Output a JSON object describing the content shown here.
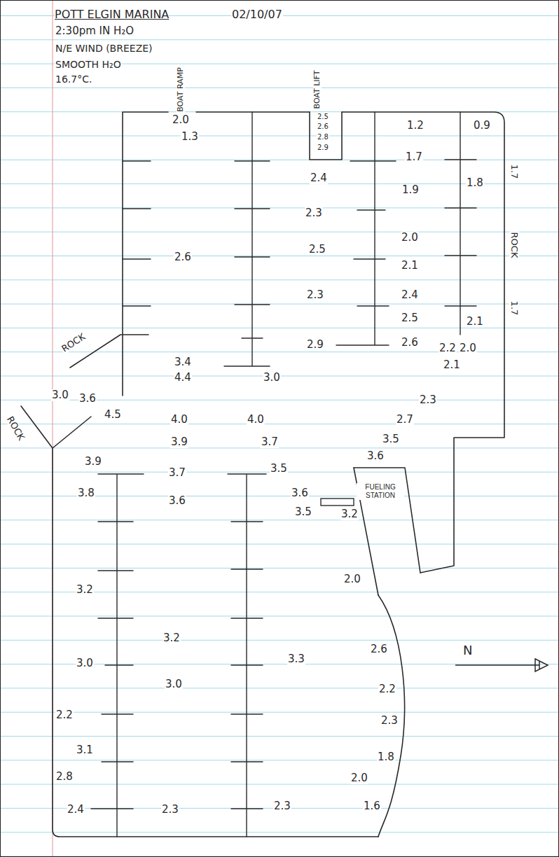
{
  "diagram": {
    "title": "POTT ELGIN MARINA",
    "nodes": [
      {
        "text": [
          "FUELING STATION"
        ]
      }
    ],
    "labels": [
      "02/10/07",
      "2:30pm IN H₂O",
      "N/E WIND (BREEZE)",
      "SMOOTH H₂O",
      "16.7°C.",
      "BOAT RAMP",
      "BOAT LIFT",
      "2.0",
      "1.3",
      "2.5",
      "2.6",
      "2.8",
      "2.9",
      "1.2",
      "0.9",
      "1.7",
      "1.8",
      "1.9",
      "2.4",
      "2.3",
      "2.0",
      "2.6",
      "2.5",
      "2.1",
      "2.3",
      "2.4",
      "2.5",
      "2.1",
      "2.9",
      "2.6",
      "2.2",
      "2.0",
      "2.1",
      "3.4",
      "4.4",
      "3.0",
      "3.0",
      "3.6",
      "4.5",
      "4.0",
      "4.0",
      "2.3",
      "2.7",
      "3.9",
      "3.7",
      "3.5",
      "3.9",
      "3.6",
      "3.7",
      "3.5",
      "3.8",
      "3.6",
      "3.6",
      "3.5",
      "3.2",
      "2.0",
      "3.2",
      "3.2",
      "2.6",
      "3.0",
      "3.3",
      "3.0",
      "2.2",
      "2.2",
      "2.3",
      "3.1",
      "1.8",
      "2.8",
      "2.0",
      "2.4",
      "2.3",
      "2.3",
      "1.6",
      "1.7",
      "ROCK",
      "1.7",
      "ROCK",
      "ROCK",
      "N"
    ]
  }
}
